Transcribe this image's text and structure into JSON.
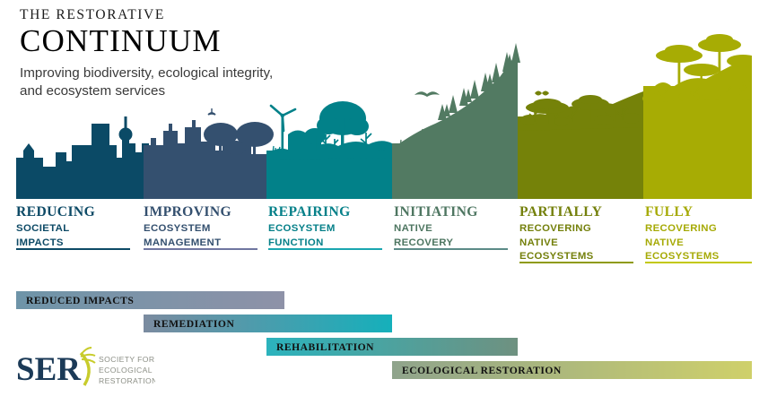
{
  "header": {
    "eyebrow": "THE RESTORATIVE",
    "title": "CONTINUUM",
    "subtitle_line1": "Improving biodiversity, ecological integrity,",
    "subtitle_line2": "and ecosystem services"
  },
  "stages": [
    {
      "heading": "REDUCING",
      "sub_line1": "SOCIETAL",
      "sub_line2": "IMPACTS",
      "sub_line3": "",
      "color": "#0d4a66",
      "panel_color": "#0b4a66"
    },
    {
      "heading": "IMPROVING",
      "sub_line1": "ECOSYSTEM",
      "sub_line2": "MANAGEMENT",
      "sub_line3": "",
      "color": "#34506f",
      "panel_color": "#34506f"
    },
    {
      "heading": "REPAIRING",
      "sub_line1": "ECOSYSTEM",
      "sub_line2": "FUNCTION",
      "sub_line3": "",
      "color": "#068089",
      "panel_color": "#028189"
    },
    {
      "heading": "INITIATING",
      "sub_line1": "NATIVE",
      "sub_line2": "RECOVERY",
      "sub_line3": "",
      "color": "#4e7661",
      "panel_color": "#527a62"
    },
    {
      "heading": "PARTIALLY",
      "sub_line1": "RECOVERING",
      "sub_line2": "NATIVE",
      "sub_line3": "ECOSYSTEMS",
      "color": "#74800c",
      "panel_color": "#758209"
    },
    {
      "heading": "FULLY",
      "sub_line1": "RECOVERING",
      "sub_line2": "NATIVE",
      "sub_line3": "ECOSYSTEMS",
      "color": "#a6aa06",
      "panel_color": "#a7ac04"
    }
  ],
  "bars": [
    {
      "label": "REDUCED IMPACTS",
      "from": "#6e94a8",
      "to": "#8e92a8"
    },
    {
      "label": "REMEDIATION",
      "from": "#7b8ba0",
      "to": "#15b0bb"
    },
    {
      "label": "REHABILITATION",
      "from": "#2bb3bd",
      "to": "#6f9180"
    },
    {
      "label": "ECOLOGICAL RESTORATION",
      "from": "#8fa48c",
      "to": "#cfd06a"
    }
  ],
  "logo": {
    "mark": "SER",
    "line1": "SOCIETY FOR",
    "line2": "ECOLOGICAL",
    "line3": "RESTORATION",
    "mark_color": "#1b3a57",
    "text_color": "#8c8f86",
    "accent_color": "#c8cc2c"
  }
}
